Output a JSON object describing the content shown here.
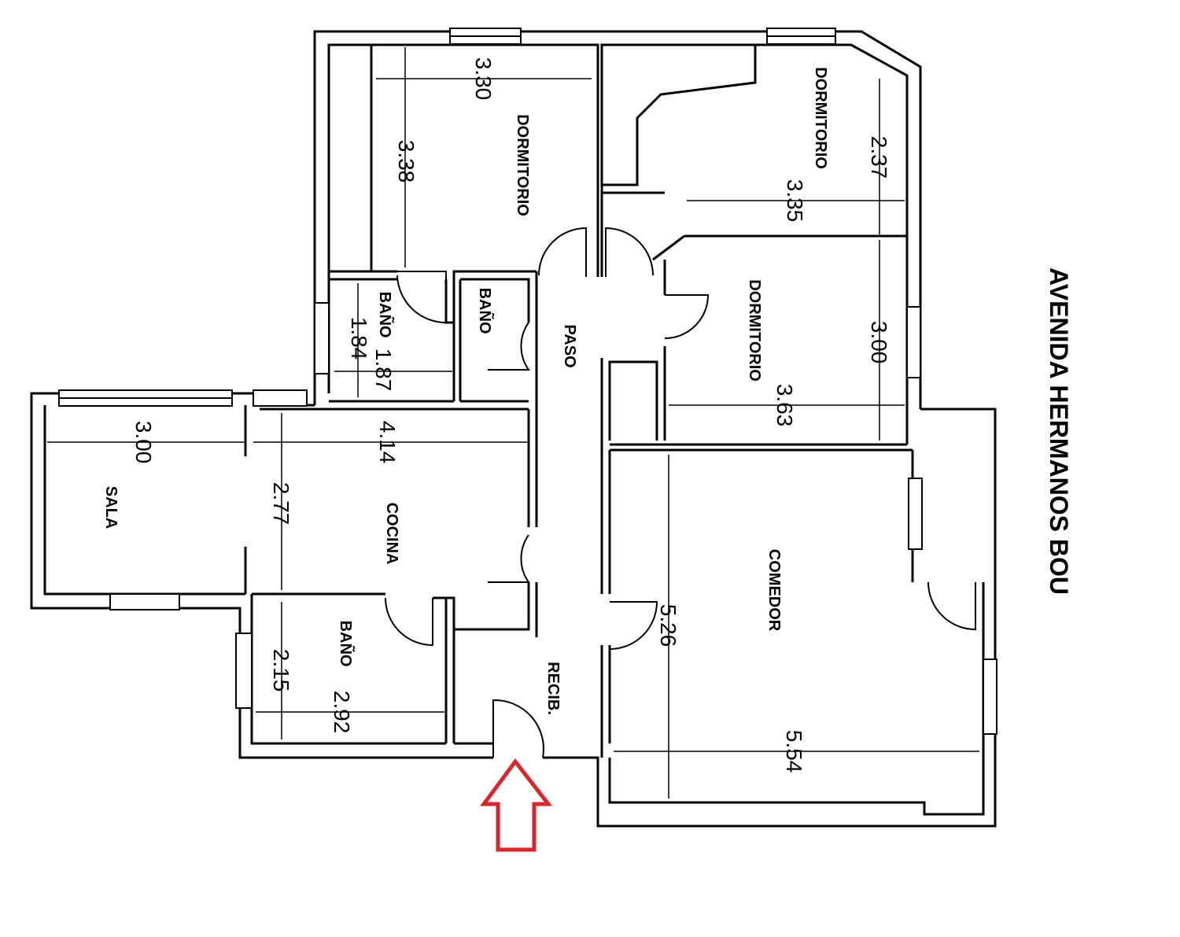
{
  "street_name": "AVENIDA HERMANOS BOU",
  "entrance_arrow_color": "#d9262c",
  "wall_color": "#000000",
  "rooms": {
    "dormitorio_1": "DORMITORIO",
    "dormitorio_2": "DORMITORIO",
    "dormitorio_3": "DORMITORIO",
    "bano_1": "BAÑO",
    "bano_2": "BAÑO",
    "bano_3": "BAÑO",
    "paso": "PASO",
    "sala": "SALA",
    "cocina": "COCINA",
    "comedor": "COMEDOR",
    "recibidor": "RECIB."
  },
  "dimensions": {
    "dorm1_width": "3.30",
    "dorm1_depth": "3.38",
    "dorm2_width": "3.35",
    "dorm2_depth": "2.37",
    "dorm3_width": "3.63",
    "dorm3_depth": "3.00",
    "bano1_width": "1.87",
    "bano1_depth": "1.84",
    "sala_width": "3.00",
    "cocina_width": "4.14",
    "sala_cocina_depth": "2.77",
    "bano3_width": "2.92",
    "bano3_depth": "2.15",
    "comedor_width": "5.54",
    "comedor_depth": "5.26"
  }
}
